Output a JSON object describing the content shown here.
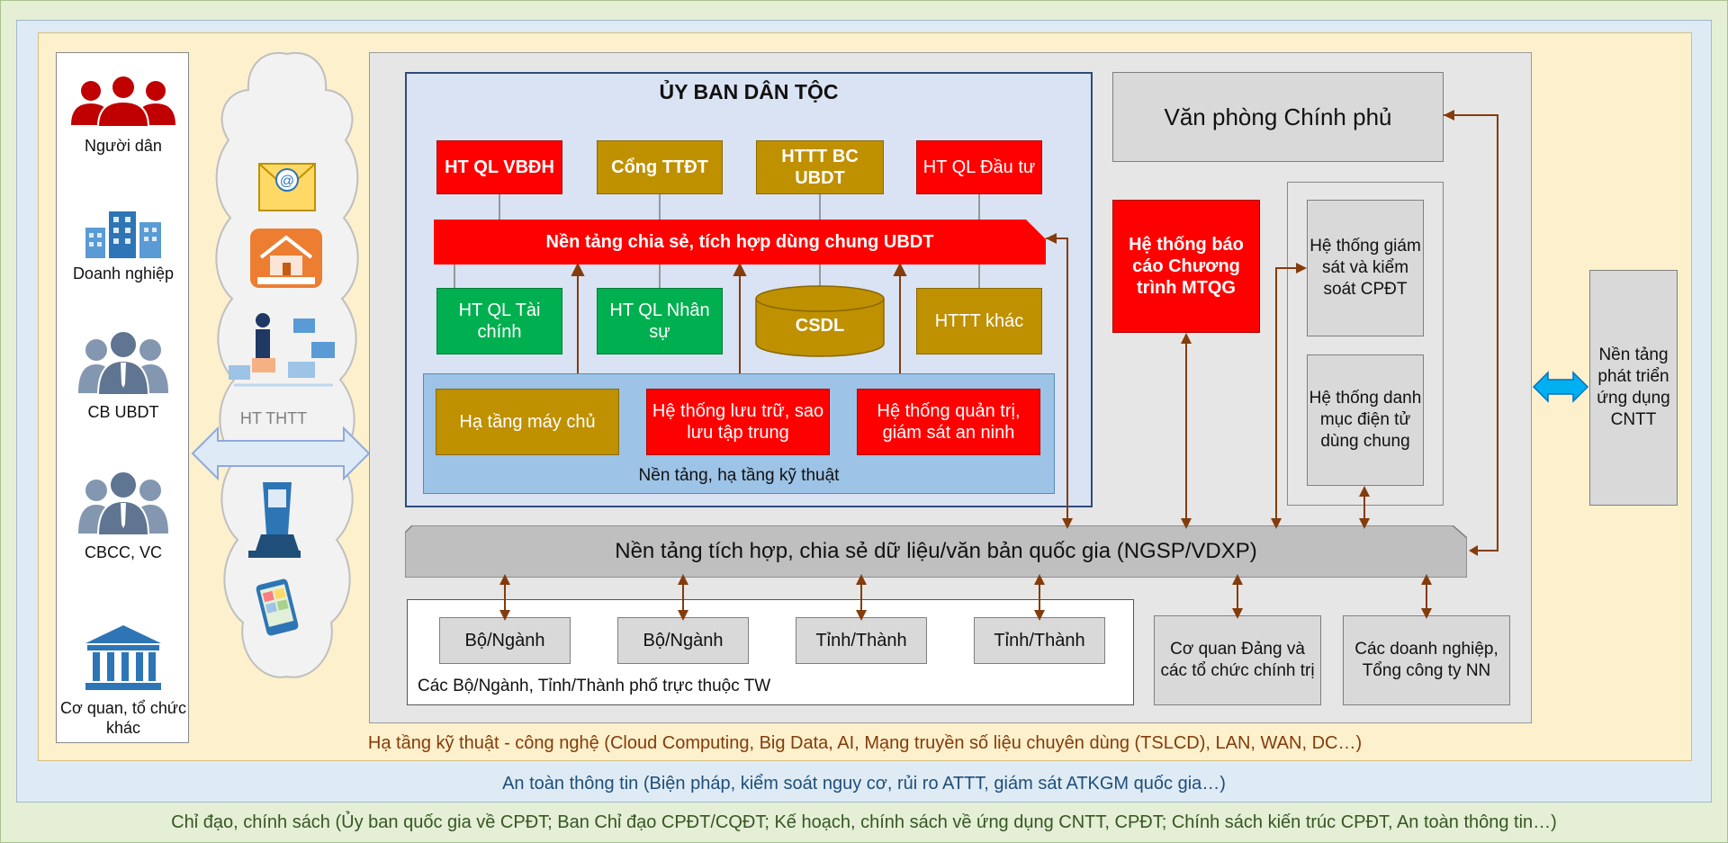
{
  "layers": {
    "policy": "Chỉ đạo, chính sách (Ủy ban quốc gia về CPĐT; Ban Chỉ đạo CPĐT/CQĐT; Kế hoạch, chính sách về ứng dụng CNTT, CPĐT; Chính sách kiến trúc CPĐT, An toàn thông tin…)",
    "security": "An toàn thông tin (Biện pháp, kiểm soát nguy cơ, rủi ro ATTT, giám sát ATKGM quốc gia…)",
    "infrastructure": "Hạ tầng kỹ thuật - công nghệ (Cloud Computing, Big Data, AI, Mạng truyền số liệu chuyên dùng (TSLCD), LAN, WAN, DC…)"
  },
  "users": [
    {
      "label": "Người dân",
      "icon": "people-icon"
    },
    {
      "label": "Doanh nghiệp",
      "icon": "building-icon"
    },
    {
      "label": "CB UBDT",
      "icon": "staff-group-icon"
    },
    {
      "label": "CBCC, VC",
      "icon": "officials-group-icon"
    },
    {
      "label": "Cơ quan, tổ chức khác",
      "icon": "institution-icon"
    }
  ],
  "cloud": {
    "label": "HT THTT",
    "icons": [
      "email-icon",
      "home-app-icon",
      "online-service-icon",
      "kiosk-icon",
      "mobile-phone-icon"
    ]
  },
  "ubdt": {
    "title": "ỦY BAN DÂN TỘC",
    "top_systems": [
      "HT QL VBĐH",
      "Cổng TTĐT",
      "HTTT BC UBDT",
      "HT QL Đầu tư"
    ],
    "shared_platform": "Nền tảng chia sẻ, tích hợp dùng chung UBDT",
    "mid_systems": [
      "HT QL Tài chính",
      "HT QL Nhân sự",
      "CSDL",
      "HTTT khác"
    ],
    "infra": {
      "label": "Nền tảng, hạ tầng kỹ thuật",
      "items": [
        "Hạ tầng máy chủ",
        "Hệ thống lưu trữ, sao lưu tập trung",
        "Hệ thống quản trị, giám sát an ninh"
      ]
    }
  },
  "right": {
    "government_office": "Văn phòng Chính phủ",
    "mtqg": "Hệ thống báo cáo Chương trình MTQG",
    "monitoring": "Hệ thống giám sát và kiểm soát CPĐT",
    "catalog": "Hệ thống danh mục điện tử dùng chung",
    "app_platform": "Nền tảng phát triển ứng dụng CNTT"
  },
  "ngsp": "Nền tảng tích hợp, chia sẻ dữ liệu/văn bản quốc gia (NGSP/VDXP)",
  "bottom": {
    "units": [
      "Bộ/Ngành",
      "Bộ/Ngành",
      "Tỉnh/Thành",
      "Tỉnh/Thành"
    ],
    "region_label": "Các Bộ/Ngành, Tỉnh/Thành phố trực thuộc TW",
    "party": "Cơ quan Đảng và các tổ chức chính trị",
    "enterprises": "Các doanh nghiệp, Tổng công ty NN"
  },
  "colors": {
    "red": "#ff0000",
    "gold": "#bf9000",
    "green": "#00b050",
    "arrow": "#843c0c",
    "infra_text": "#833c0b",
    "security_text": "#1f4e79",
    "policy_text": "#375623"
  }
}
